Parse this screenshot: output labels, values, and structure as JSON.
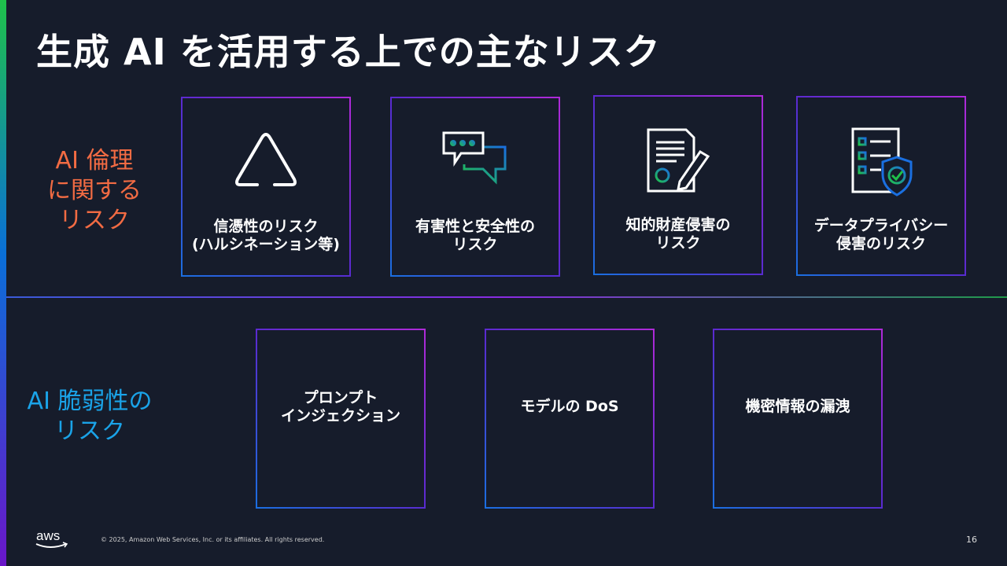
{
  "title": "生成 AI を活用する上での主なリスク",
  "categories": {
    "ethics": [
      "AI 倫理",
      "に関する",
      "リスク"
    ],
    "vuln": [
      "AI 脆弱性の",
      "リスク"
    ]
  },
  "ethics_cards": [
    {
      "line1": "信憑性のリスク",
      "line2": "(ハルシネーション等)",
      "icon": "warning-icon"
    },
    {
      "line1": "有害性と安全性の",
      "line2": "リスク",
      "icon": "chat-bubbles-icon"
    },
    {
      "line1": "知的財産侵害の",
      "line2": "リスク",
      "icon": "document-pen-icon"
    },
    {
      "line1": "データプライバシー",
      "line2": "侵害のリスク",
      "icon": "checklist-shield-icon"
    }
  ],
  "vuln_cards": [
    {
      "line1": "プロンプト",
      "line2": "インジェクション"
    },
    {
      "line1": "モデルの DoS",
      "line2": ""
    },
    {
      "line1": "機密情報の漏洩",
      "line2": ""
    }
  ],
  "colors": {
    "ethics": "#f26b43",
    "vuln": "#1aa3e8"
  },
  "footer": {
    "copyright": "© 2025, Amazon Web Services, Inc. or its affiliates. All rights reserved.",
    "logo": "aws",
    "page": "16"
  }
}
